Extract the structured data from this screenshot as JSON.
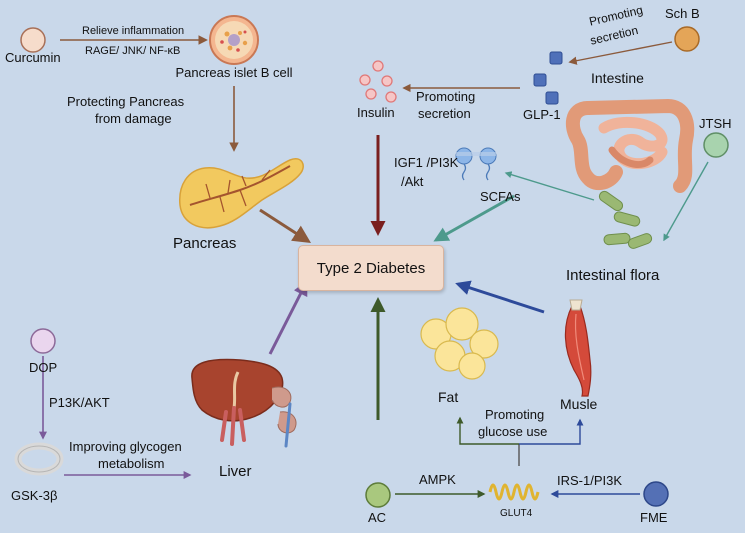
{
  "center": {
    "title": "Type 2 Diabetes"
  },
  "nodes": {
    "curcumin": "Curcumin",
    "pancreas_islet": "Pancreas islet B cell",
    "pancreas": "Pancreas",
    "insulin": "Insulin",
    "glp1": "GLP-1",
    "intestine": "Intestine",
    "schb": "Sch B",
    "jtsh": "JTSH",
    "intestinal_flora": "Intestinal flora",
    "scfas": "SCFAs",
    "dop": "DOP",
    "gsk": "GSK-3β",
    "liver": "Liver",
    "fat": "Fat",
    "muscle": "Musle",
    "ac": "AC",
    "fme": "FME",
    "glut4": "GLUT4"
  },
  "edges": {
    "relieve_inflammation": "Relieve inflammation",
    "rage_pathway": "RAGE/ JNK/ NF-κB",
    "protecting_pancreas_1": "Protecting  Pancreas",
    "protecting_pancreas_2": "from damage",
    "promoting_secretion_insulin_1": "Promoting",
    "promoting_secretion_insulin_2": "secretion",
    "promoting_secretion_schb_1": "Promoting",
    "promoting_secretion_schb_2": "secretion",
    "igf1_1": "IGF1 /PI3K",
    "igf1_2": "/Akt",
    "p13k_akt": "P13K/AKT",
    "improving_glycogen_1": "Improving glycogen",
    "improving_glycogen_2": "metabolism",
    "promoting_glucose_1": "Promoting",
    "promoting_glucose_2": "glucose use",
    "ampk": "AMPK",
    "irs1": "IRS-1/PI3K"
  },
  "colors": {
    "background": "#c9d8ea",
    "center_box": "#f3dccd",
    "brown_arrow": "#8b5a3c",
    "dark_red_arrow": "#7a1f1f",
    "teal_arrow": "#4d9a8c",
    "navy_arrow": "#2d4a9a",
    "purple_arrow": "#7a5a9a",
    "green_arrow": "#3e5a2a"
  }
}
